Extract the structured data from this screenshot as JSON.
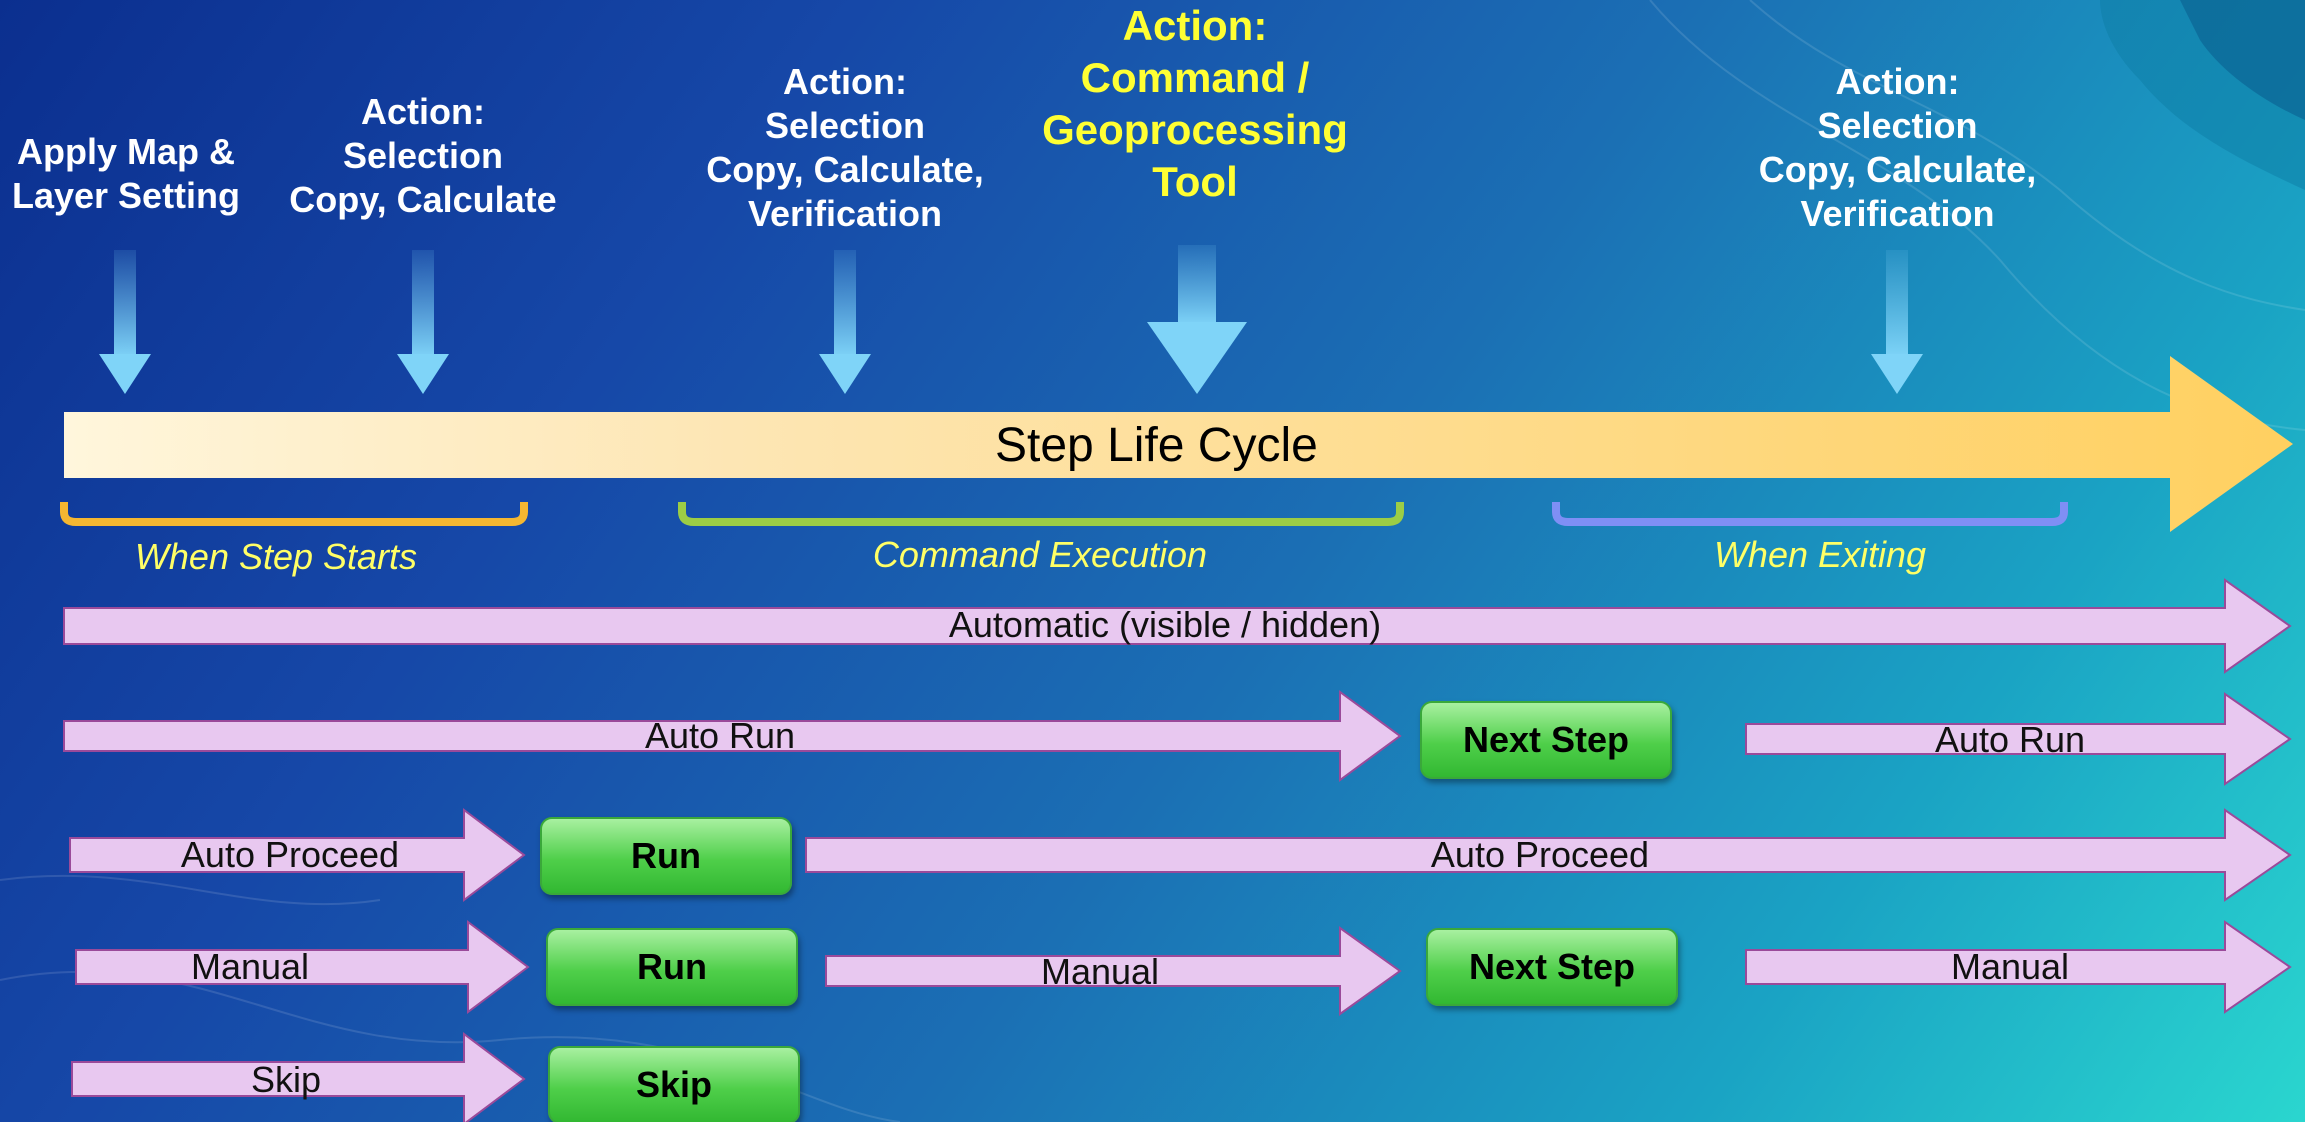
{
  "actions": {
    "apply": [
      "Apply Map &",
      "Layer Setting"
    ],
    "selection1": [
      "Action:",
      "Selection",
      "Copy, Calculate"
    ],
    "selection2": [
      "Action:",
      "Selection",
      "Copy, Calculate,",
      "Verification"
    ],
    "command": [
      "Action:",
      "Command /",
      "Geoprocessing",
      "Tool"
    ],
    "selection3": [
      "Action:",
      "Selection",
      "Copy, Calculate,",
      "Verification"
    ]
  },
  "lifecycle_label": "Step Life Cycle",
  "phases": {
    "start": "When Step Starts",
    "execution": "Command Execution",
    "exit": "When Exiting"
  },
  "rows": {
    "automatic": "Automatic (visible / hidden)",
    "auto_run_1": "Auto Run",
    "next_step_1": "Next Step",
    "auto_run_2": "Auto Run",
    "auto_proceed_1": "Auto Proceed",
    "run_1": "Run",
    "auto_proceed_2": "Auto Proceed",
    "manual_1": "Manual",
    "run_2": "Run",
    "manual_2": "Manual",
    "next_step_2": "Next Step",
    "manual_3": "Manual",
    "skip_arrow": "Skip",
    "skip_button": "Skip"
  },
  "colors": {
    "action_text": "#ffffff",
    "highlight_text": "#ffff33",
    "phase_text": "#ffff66",
    "lifecycle_light": "#fff6dc",
    "lifecycle_dark": "#ffd060",
    "start_bracket": "#f5b731",
    "execution_bracket": "#9ccd45",
    "exit_bracket": "#7f8ff5",
    "row_arrow_fill": "#e8c8f0",
    "row_arrow_stroke": "#9a4a9a",
    "button_green": "#4fcf4a"
  }
}
